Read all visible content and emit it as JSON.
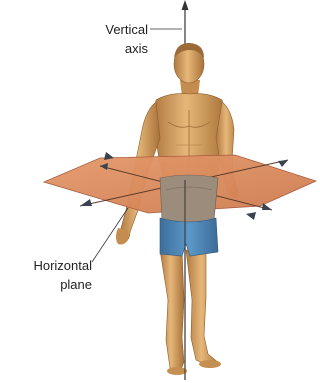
{
  "labels": {
    "vertical_axis": {
      "line1": "Vertical",
      "line2": "axis"
    },
    "horizontal_plane": {
      "line1": "Horizontal",
      "line2": "plane"
    }
  },
  "colors": {
    "plane": "#dc8a5c",
    "plane_edge": "#a8593a",
    "skin": "#d8a464",
    "skin_shade": "#a8733d",
    "towel": "#9c8c7c",
    "shorts": "#4d86b8",
    "axis": "#333333",
    "arrow": "#3a4250"
  }
}
